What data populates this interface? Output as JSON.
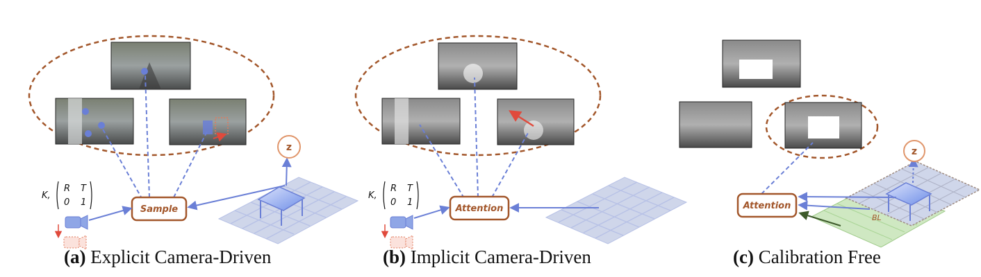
{
  "panels": {
    "a": {
      "caption_letter": "(a)",
      "caption_text": " Explicit Camera-Driven",
      "box_label": "Sample",
      "z_label": "z",
      "matrix": {
        "prefix": "K,",
        "r": "R",
        "t": "T",
        "zero": "0",
        "one": "1"
      }
    },
    "b": {
      "caption_letter": "(b)",
      "caption_text": " Implicit Camera-Driven",
      "box_label": "Attention",
      "matrix": {
        "prefix": "K,",
        "r": "R",
        "t": "T",
        "zero": "0",
        "one": "1"
      }
    },
    "c": {
      "caption_letter": "(c)",
      "caption_text": " Calibration Free",
      "box_label": "Attention",
      "z_label": "z",
      "bl_label": "BL"
    }
  },
  "colors": {
    "accent_brown": "#a2562a",
    "arrow_blue": "#6a7fd6",
    "camera_blue": "#8fa6e6",
    "grid_fill": "#cfd6ea",
    "grid_line": "#b7c1e6",
    "green_plane": "#cfe8c2",
    "red_arrow": "#e04a3c"
  }
}
